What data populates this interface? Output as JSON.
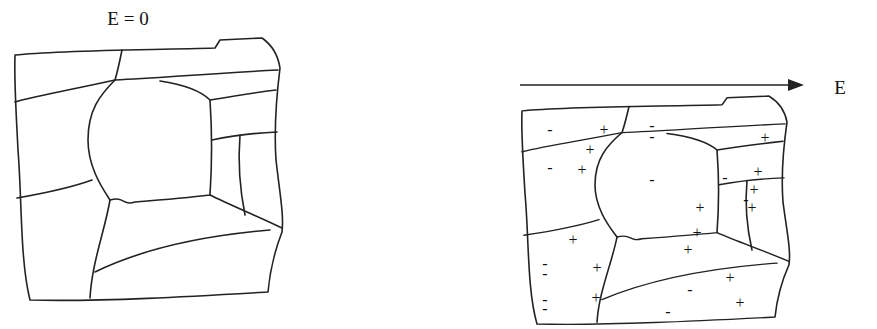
{
  "diagram": {
    "labels": [
      "E = 0",
      "E",
      "-",
      "+",
      "+",
      "-",
      "+",
      "-",
      "-",
      "+",
      "-",
      "-",
      "+",
      "+",
      "-",
      "+",
      "+",
      "+",
      "+",
      "+",
      "-",
      "-",
      "+",
      "+",
      "-",
      "-",
      "+",
      "-",
      "+",
      "-"
    ]
  }
}
